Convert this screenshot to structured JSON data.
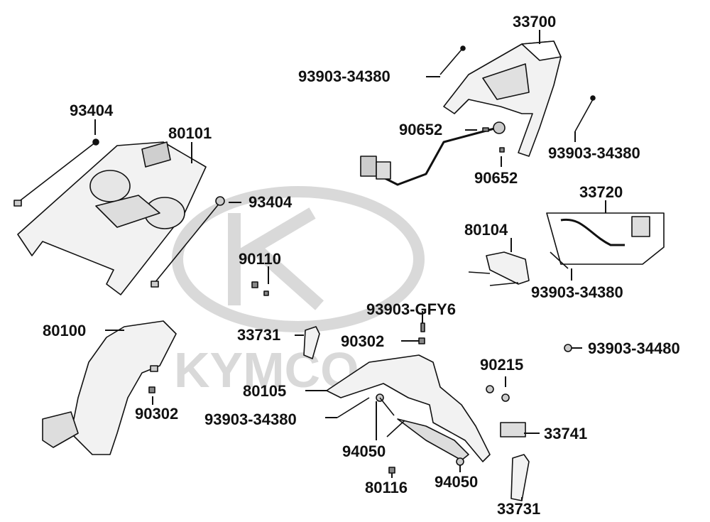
{
  "watermark": {
    "brand": "KYMCO",
    "color": "#d9d9d9"
  },
  "colors": {
    "line": "#111111",
    "part_fill": "#f2f2f2",
    "shade": "#bdbdbd"
  },
  "labels": {
    "p33700": "33700",
    "p93903_34380_a": "93903-34380",
    "p93903_34380_b": "93903-34380",
    "p93903_34380_c": "93903-34380",
    "p93903_34380_d": "93903-34380",
    "p90652_a": "90652",
    "p90652_b": "90652",
    "p93404_a": "93404",
    "p93404_b": "93404",
    "p80101": "80101",
    "p33720": "33720",
    "p80104": "80104",
    "p90110": "90110",
    "p93903_gfy6": "93903-GFY6",
    "p33731_a": "33731",
    "p33731_b": "33731",
    "p90302_a": "90302",
    "p90302_b": "90302",
    "p80100": "80100",
    "p93903_34480": "93903-34480",
    "p90215": "90215",
    "p80105": "80105",
    "p33741": "33741",
    "p94050_a": "94050",
    "p94050_b": "94050",
    "p80116": "80116"
  }
}
